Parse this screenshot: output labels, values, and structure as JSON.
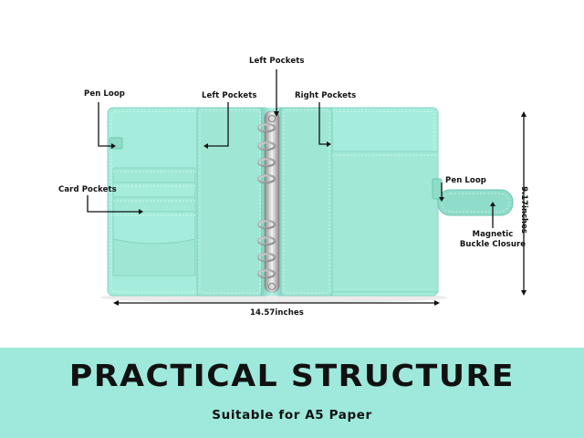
{
  "labels": {
    "left_pockets_top": "Left Pockets",
    "pen_loop_left": "Pen Loop",
    "left_pockets_mid": "Left Pockets",
    "right_pockets": "Right Pockets",
    "card_pockets": "Card Pockets",
    "pen_loop_right": "Pen Loop",
    "magnetic_line1": "Magnetic",
    "magnetic_line2": "Buckle Closure",
    "width_dimension": "14.57inches",
    "height_dimension": "9.17inches"
  },
  "banner": {
    "title": "PRACTICAL STRUCTURE",
    "subtitle": "Suitable for A5 Paper"
  },
  "colors": {
    "binder_body": "#a6ecdc",
    "binder_panel": "#9fe6d5",
    "binder_stitch": "#d9fff5",
    "banner_bg": "#9ee9dc",
    "ring_metal": "#c8c8c8"
  }
}
